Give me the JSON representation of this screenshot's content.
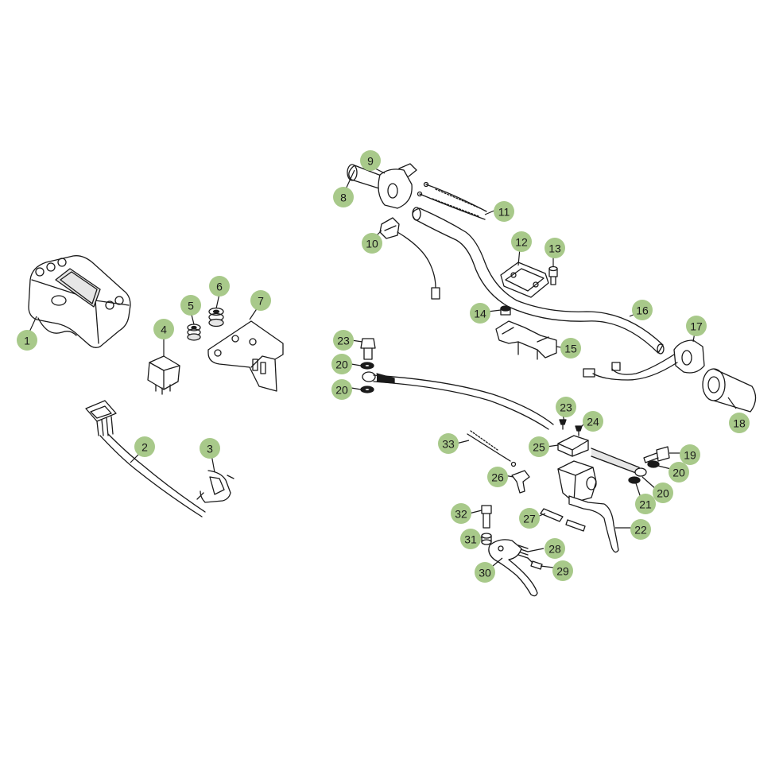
{
  "callout_style": {
    "fill": "#a8c98a",
    "text": "#1a1a1a",
    "line": "#1a1a1a"
  },
  "callouts": [
    {
      "num": "1"
    },
    {
      "num": "2"
    },
    {
      "num": "3"
    },
    {
      "num": "4"
    },
    {
      "num": "5"
    },
    {
      "num": "6"
    },
    {
      "num": "7"
    },
    {
      "num": "8"
    },
    {
      "num": "9"
    },
    {
      "num": "10"
    },
    {
      "num": "11"
    },
    {
      "num": "12"
    },
    {
      "num": "13"
    },
    {
      "num": "14"
    },
    {
      "num": "15"
    },
    {
      "num": "16"
    },
    {
      "num": "17"
    },
    {
      "num": "18"
    },
    {
      "num": "19"
    },
    {
      "num": "20"
    },
    {
      "num": "20"
    },
    {
      "num": "20"
    },
    {
      "num": "20"
    },
    {
      "num": "21"
    },
    {
      "num": "22"
    },
    {
      "num": "23"
    },
    {
      "num": "23"
    },
    {
      "num": "24"
    },
    {
      "num": "25"
    },
    {
      "num": "26"
    },
    {
      "num": "27"
    },
    {
      "num": "28"
    },
    {
      "num": "29"
    },
    {
      "num": "30"
    },
    {
      "num": "31"
    },
    {
      "num": "32"
    },
    {
      "num": "33"
    }
  ]
}
